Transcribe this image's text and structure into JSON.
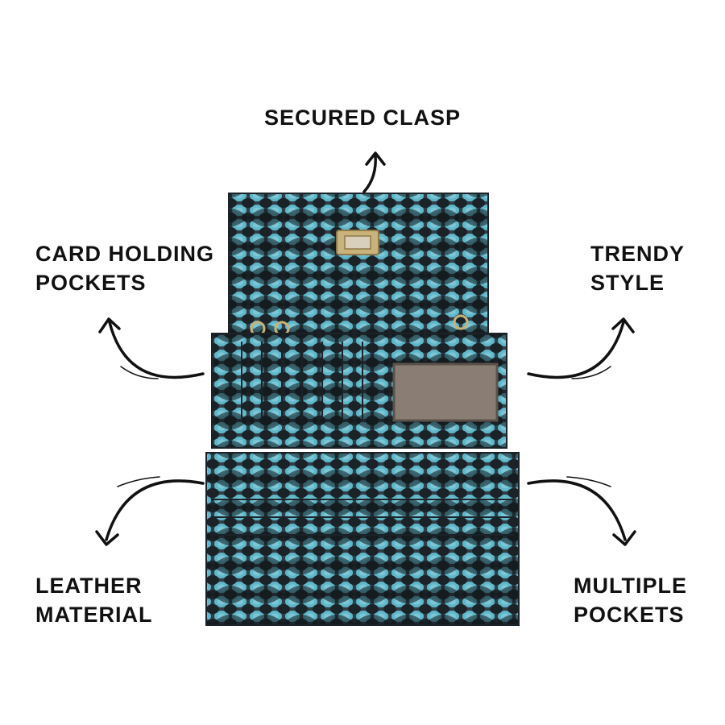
{
  "labels": {
    "top": [
      "SECURED CLASP"
    ],
    "top_left": [
      "CARD HOLDING",
      "POCKETS"
    ],
    "top_right": [
      "TRENDY",
      "STYLE"
    ],
    "bottom_left": [
      "LEATHER",
      "MATERIAL"
    ],
    "bottom_right": [
      "MULTIPLE",
      "POCKETS"
    ]
  },
  "colors": {
    "text": "#111111",
    "arrow": "#111111",
    "leather_base": "#2f3e46",
    "leather_scale": "#5fb7c9",
    "leather_dark": "#1b2328",
    "id_window": "#8a7d74",
    "clasp": "#c9b37a"
  }
}
